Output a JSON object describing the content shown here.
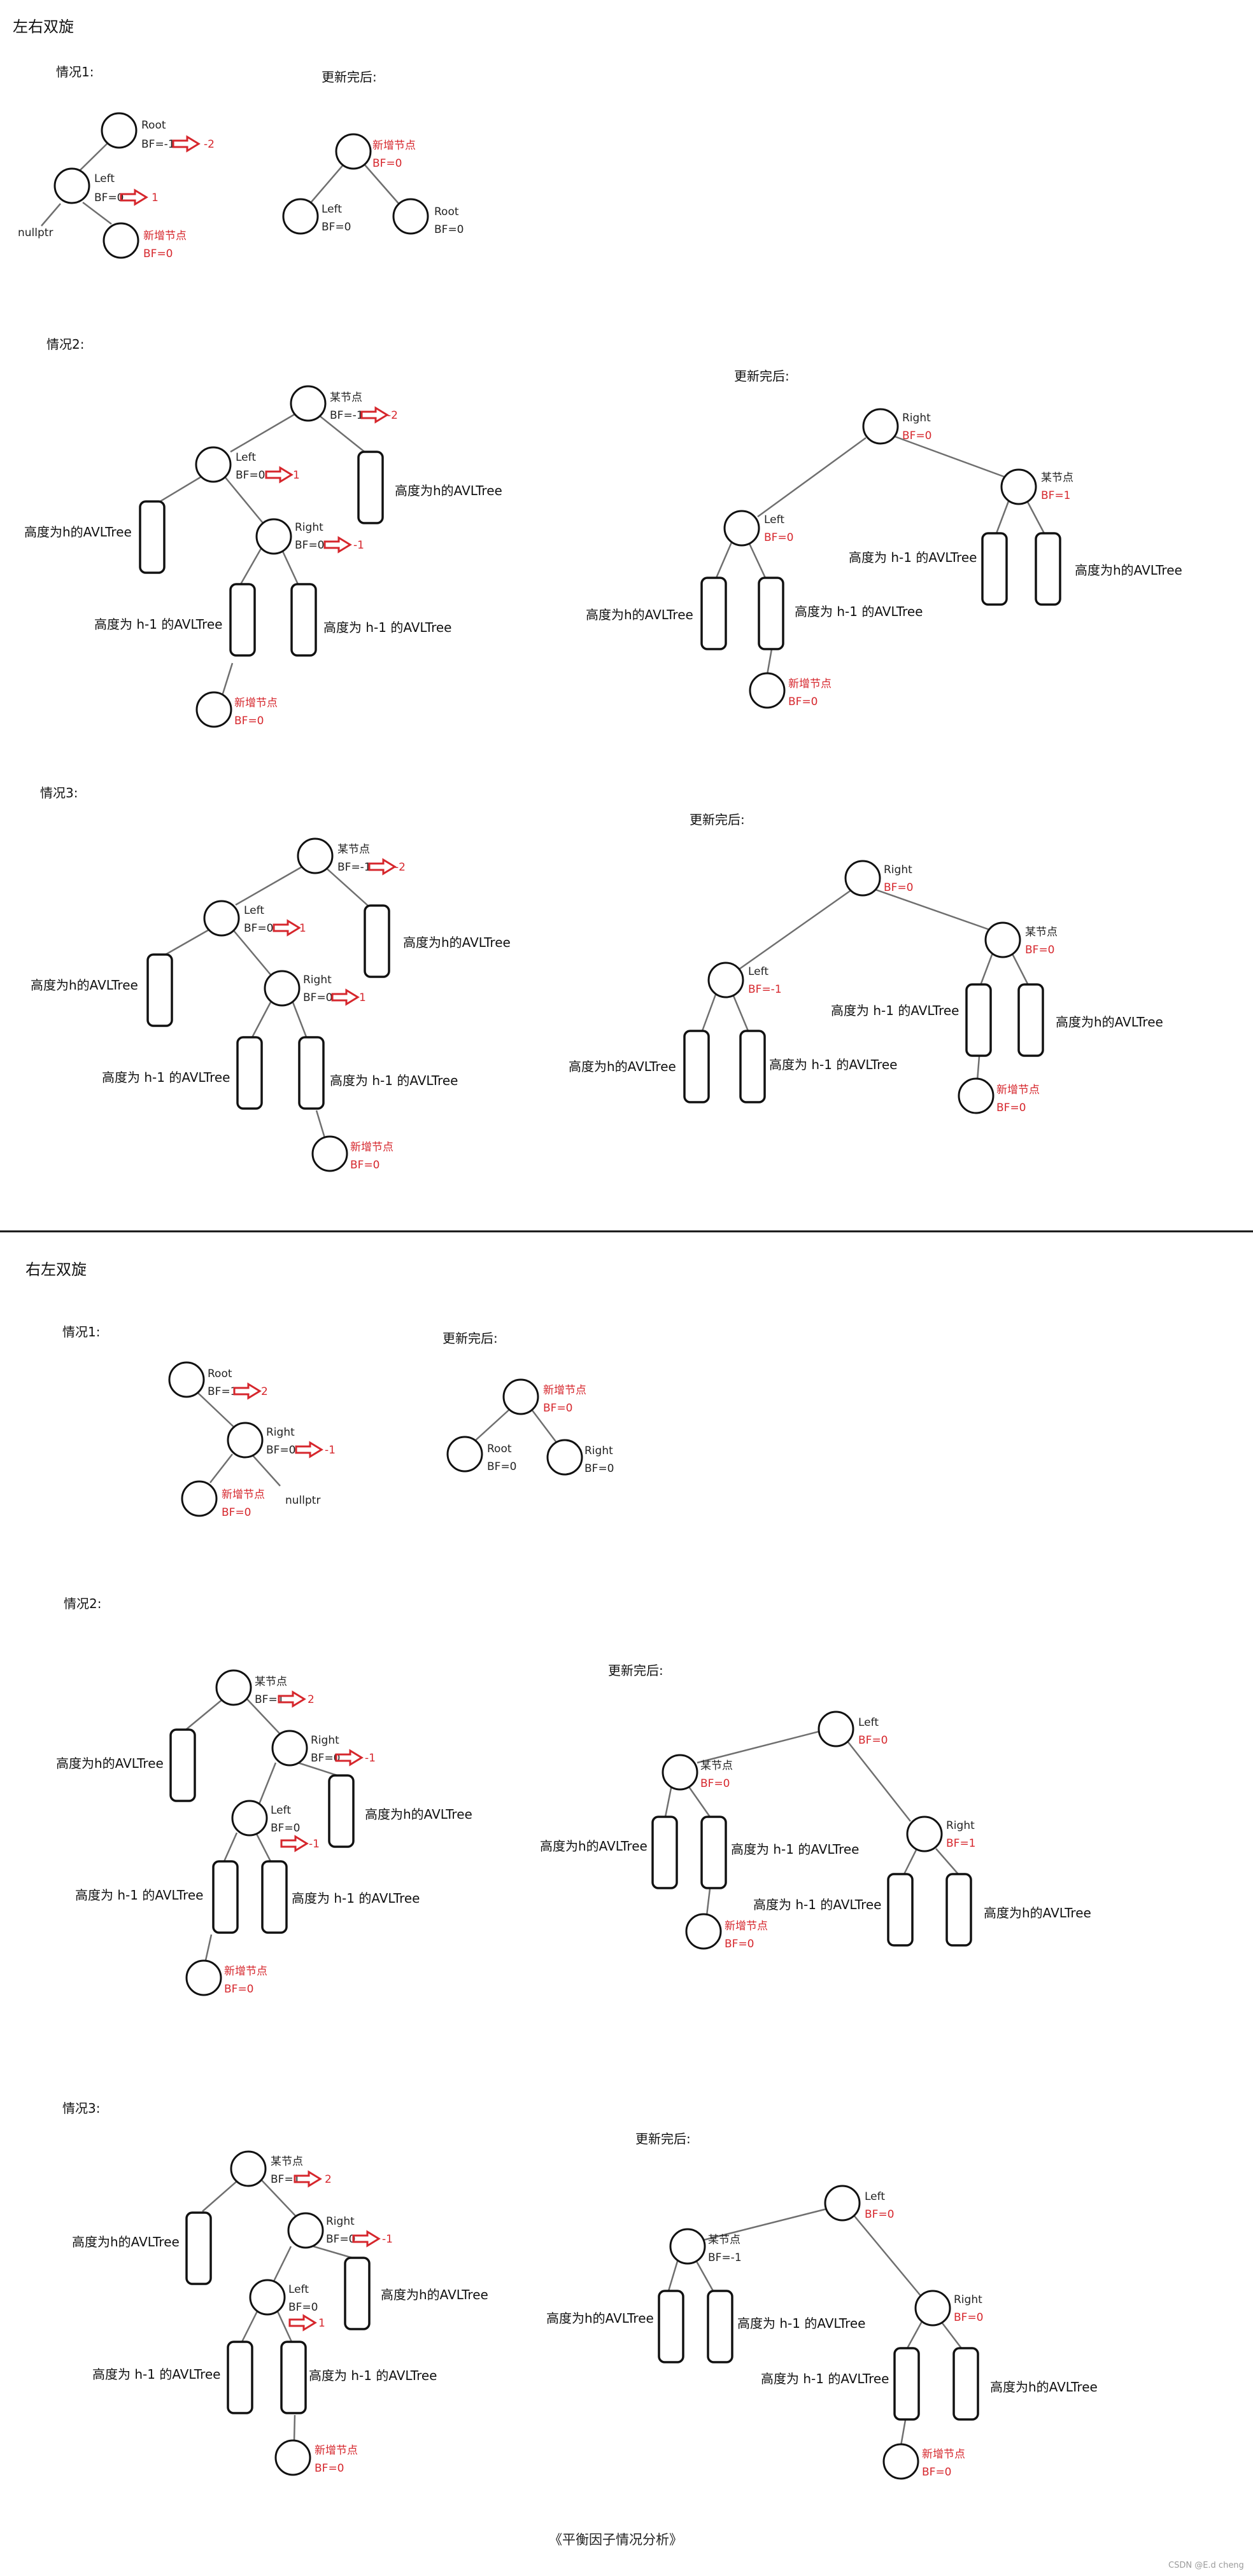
{
  "sections": {
    "lr": "左右双旋",
    "rl": "右左双旋"
  },
  "case_labels": {
    "c1": "情况1:",
    "c2": "情况2:",
    "c3": "情况3:",
    "after": "更新完后:"
  },
  "node_texts": {
    "root": "Root",
    "left": "Left",
    "right": "Right",
    "some": "某节点",
    "newnode": "新增节点",
    "nullptr": "nullptr"
  },
  "bf": {
    "m1": "BF=-1",
    "zero": "BF=0",
    "one": "BF=1",
    "red_zero": "BF=0",
    "red_m1": "BF=-1",
    "red_one": "BF=1",
    "to_m2": "-2",
    "to_2": "2",
    "to_1": "1",
    "to_m1": "-1",
    "zero_m1": "BF=0 -1",
    "zero_1": "BF=0 1"
  },
  "subtree": {
    "h": "高度为h的AVLTree",
    "h1": "高度为 h-1 的AVLTree"
  },
  "caption": "《平衡因子情况分析》",
  "watermark": "CSDN @E.d cheng",
  "colors": {
    "red": "#d6262c",
    "ink": "#111111",
    "line": "#6f6f6f"
  }
}
